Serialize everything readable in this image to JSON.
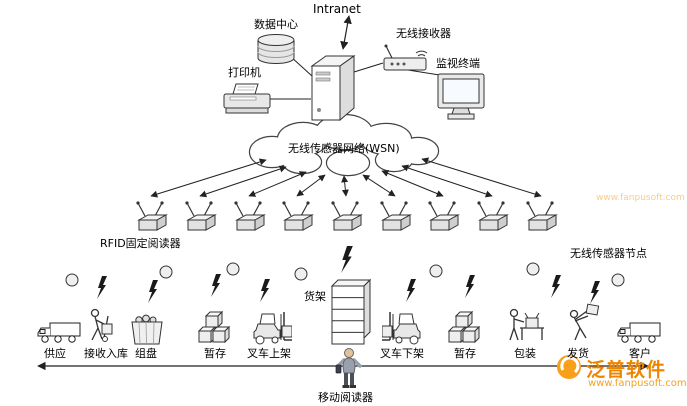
{
  "diagram": {
    "intranet": "Intranet",
    "data_center": "数据中心",
    "wireless_receiver": "无线接收器",
    "monitor_terminal": "监视终端",
    "printer": "打印机",
    "wsn_cloud": "无线传感器网络(WSN)",
    "rfid_fixed_reader": "RFID固定阅读器",
    "wireless_sensor_node": "无线传感器节点",
    "shelf": "货架",
    "mobile_reader": "移动阅读器",
    "steps": [
      "供应",
      "接收入库",
      "组盘",
      "暂存",
      "叉车上架",
      "叉车下架",
      "暂存",
      "包装",
      "发货",
      "客户"
    ]
  },
  "watermark": {
    "brand": "泛普软件",
    "url": "www.fanpusoft.com"
  },
  "colors": {
    "line": "#222222",
    "accent_orange": "#ee8500",
    "accent_orange_light": "#f6a21c"
  }
}
